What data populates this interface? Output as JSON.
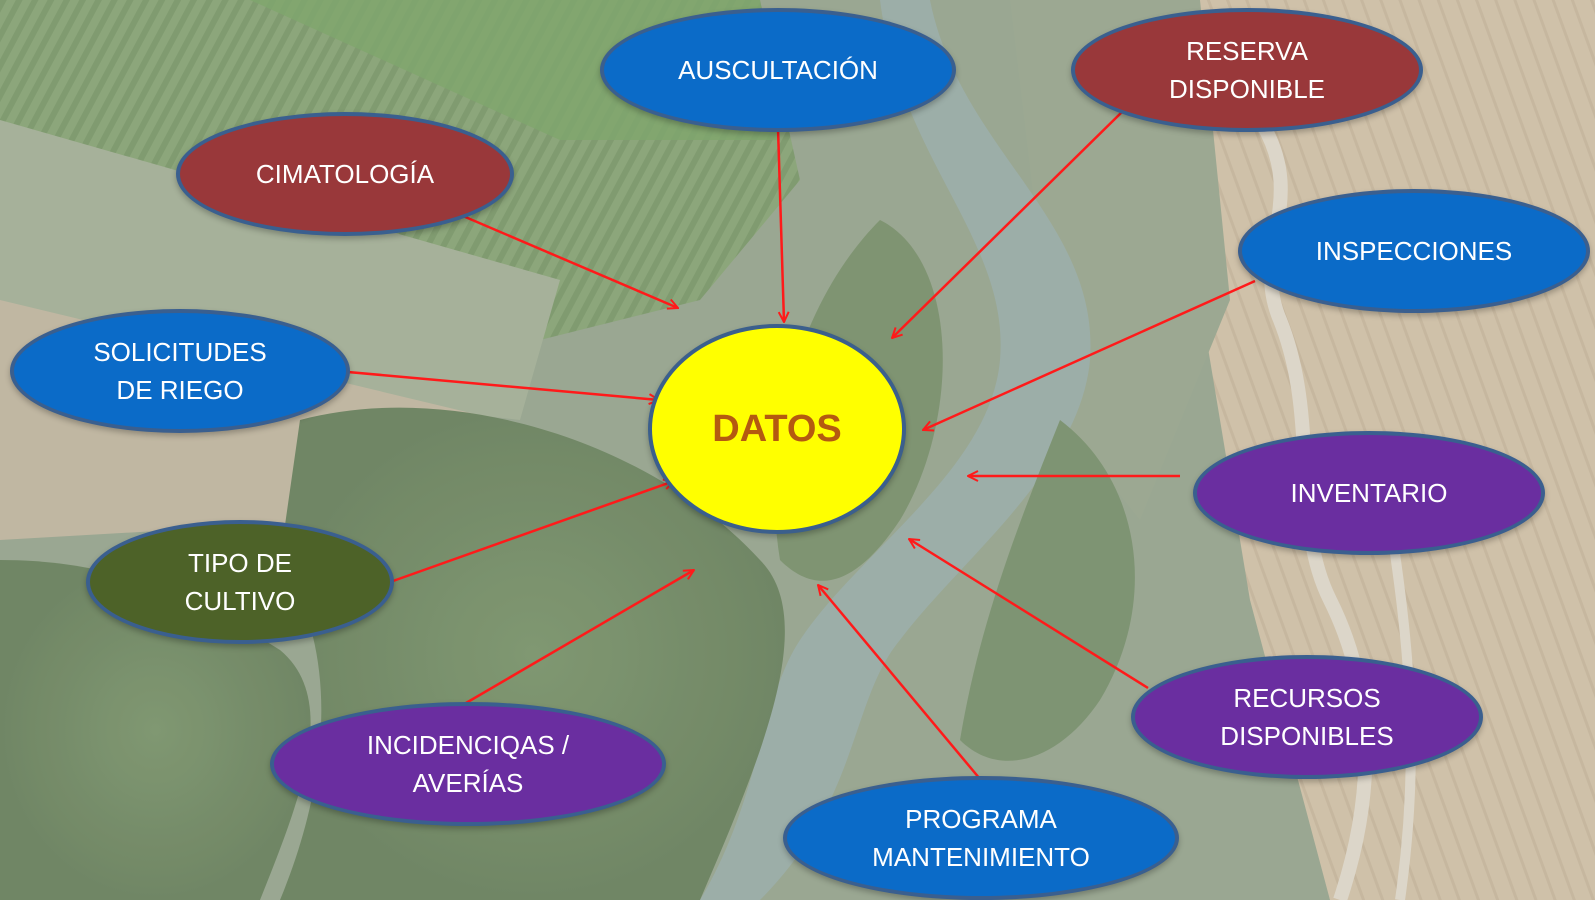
{
  "colors": {
    "blue": "#0b6bc8",
    "red": "#99383a",
    "purple": "#6a2ea0",
    "green": "#4d6228",
    "yellow": "#ffff00",
    "center_text": "#b45a10",
    "arrow": "#ff1a1a",
    "border": "#3a5f8f"
  },
  "center": {
    "label": "DATOS"
  },
  "nodes": {
    "auscultacion": {
      "label": "AUSCULTACIÓN",
      "color": "blue"
    },
    "reserva": {
      "label": "RESERVA\nDISPONIBLE",
      "color": "red"
    },
    "cimatologia": {
      "label": "CIMATOLOGÍA",
      "color": "red"
    },
    "inspecciones": {
      "label": "INSPECCIONES",
      "color": "blue"
    },
    "solicitudes": {
      "label": "SOLICITUDES\nDE RIEGO",
      "color": "blue"
    },
    "inventario": {
      "label": "INVENTARIO",
      "color": "purple"
    },
    "tipo_cultivo": {
      "label": "TIPO DE\nCULTIVO",
      "color": "green"
    },
    "recursos": {
      "label": "RECURSOS\nDISPONIBLES",
      "color": "purple"
    },
    "incidencias": {
      "label": "INCIDENCIQAS /\nAVERÍAS",
      "color": "purple"
    },
    "programa": {
      "label": "PROGRAMA\nMANTENIMIENTO",
      "color": "blue"
    }
  }
}
